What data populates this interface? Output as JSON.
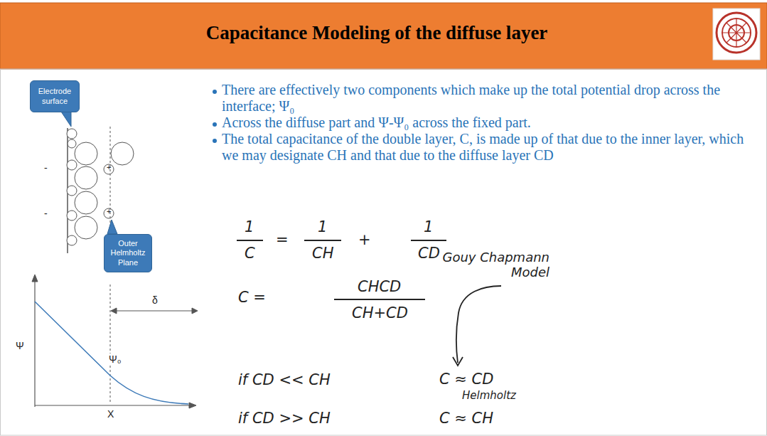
{
  "diagram": {
    "title": "Capacitance Modeling of the diffuse layer",
    "nodes": [
      {
        "text": [
          "Electrode surface"
        ]
      },
      {
        "text": [
          "Outer Helmholtz Plane"
        ]
      }
    ],
    "labels": [
      "There are effectively two components which make up the total potential drop across the interface; Ψ₀",
      "Across the diffuse part and Ψ-Ψ₀ across the fixed part.",
      "The total capacitance of the double layer, C, is made up of that due to the inner layer, which we may designate CH and that due to the diffuse layer CD",
      "-",
      "-",
      "+",
      "+",
      "Ψ",
      "Ψ₀",
      "δ",
      "X",
      "1",
      "C",
      "=",
      "1",
      "CH",
      "+",
      "1",
      "CD",
      "C =",
      "CHCD",
      "CH+CD",
      "Gouy Chapmann Model",
      "if CD << CH",
      "C ≈ CD",
      "Helmholtz",
      "if CD >> CH",
      "C ≈ CH"
    ]
  }
}
